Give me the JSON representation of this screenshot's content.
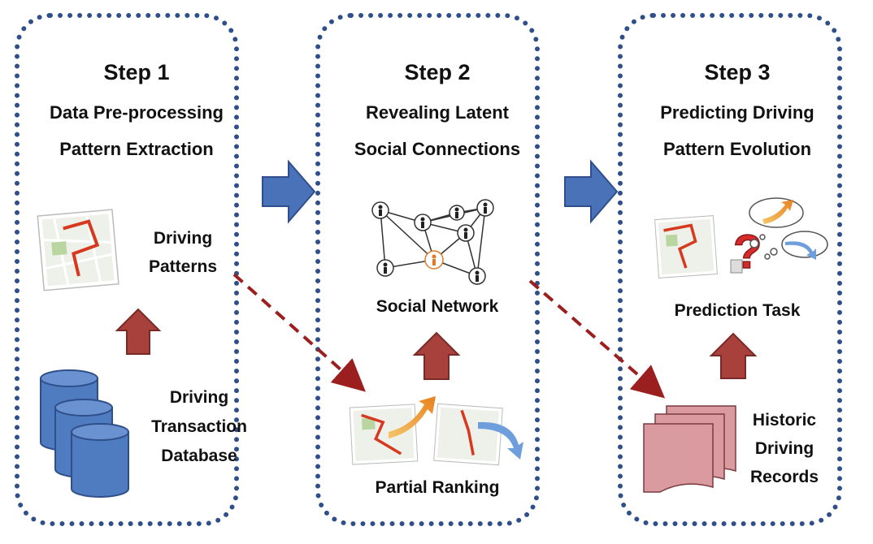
{
  "steps": [
    {
      "title": "Step 1",
      "subtitle_line1": "Data Pre-processing",
      "subtitle_line2": "Pattern Extraction"
    },
    {
      "title": "Step 2",
      "subtitle_line1": "Revealing Latent",
      "subtitle_line2": "Social Connections"
    },
    {
      "title": "Step 3",
      "subtitle_line1": "Predicting Driving",
      "subtitle_line2": "Pattern Evolution"
    }
  ],
  "labels": {
    "driving_patterns_1": "Driving",
    "driving_patterns_2": "Patterns",
    "database_1": "Driving",
    "database_2": "Transaction",
    "database_3": "Database",
    "social_network": "Social Network",
    "partial_ranking": "Partial Ranking",
    "prediction_task": "Prediction Task",
    "historic_1": "Historic",
    "historic_2": "Driving",
    "historic_3": "Records"
  },
  "colors": {
    "panel_border": "#2f4f8a",
    "blue_arrow": "#4a72b8",
    "red_arrow": "#a8413b",
    "dashed_arrow": "#9b1f1f",
    "database": "#4f7cc0",
    "records": "#d99aa0"
  },
  "icons": [
    "map-thumbnail-icon",
    "database-icon",
    "social-network-icon",
    "question-mark-icon",
    "thought-cloud-icon",
    "records-stack-icon"
  ]
}
